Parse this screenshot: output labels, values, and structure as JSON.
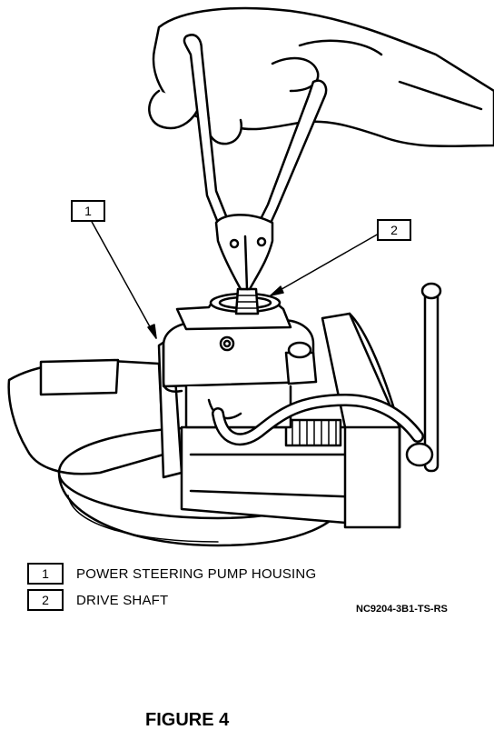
{
  "callouts": [
    {
      "number": "1"
    },
    {
      "number": "2"
    }
  ],
  "legend": [
    {
      "number": "1",
      "label": "POWER STEERING PUMP HOUSING"
    },
    {
      "number": "2",
      "label": "DRIVE SHAFT"
    }
  ],
  "figure_code": "NC9204-3B1-TS-RS",
  "figure_title": "FIGURE 4"
}
